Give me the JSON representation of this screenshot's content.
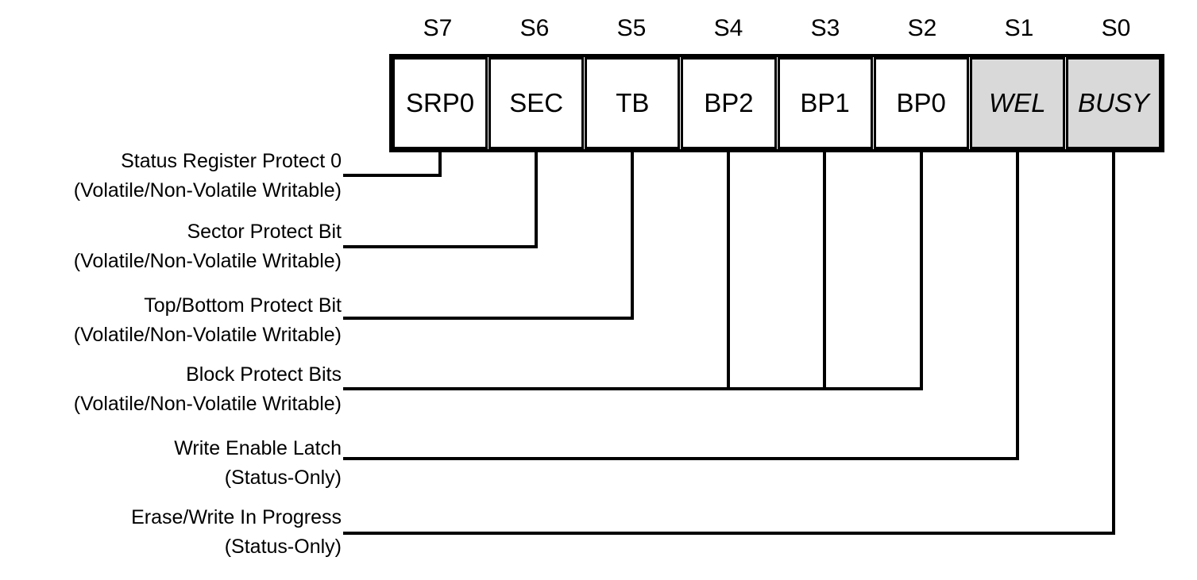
{
  "register": {
    "bits": [
      {
        "position": "S7",
        "name": "SRP0",
        "status_only": false
      },
      {
        "position": "S6",
        "name": "SEC",
        "status_only": false
      },
      {
        "position": "S5",
        "name": "TB",
        "status_only": false
      },
      {
        "position": "S4",
        "name": "BP2",
        "status_only": false
      },
      {
        "position": "S3",
        "name": "BP1",
        "status_only": false
      },
      {
        "position": "S2",
        "name": "BP0",
        "status_only": false
      },
      {
        "position": "S1",
        "name": "WEL",
        "status_only": true
      },
      {
        "position": "S0",
        "name": "BUSY",
        "status_only": true
      }
    ]
  },
  "legends": [
    {
      "title": "Status Register Protect 0",
      "subtitle": "(Volatile/Non-Volatile Writable)"
    },
    {
      "title": "Sector Protect Bit",
      "subtitle": "(Volatile/Non-Volatile Writable)"
    },
    {
      "title": "Top/Bottom Protect Bit",
      "subtitle": "(Volatile/Non-Volatile Writable)"
    },
    {
      "title": "Block Protect Bits",
      "subtitle": "(Volatile/Non-Volatile Writable)"
    },
    {
      "title": "Write Enable Latch",
      "subtitle": "(Status-Only)"
    },
    {
      "title": "Erase/Write In Progress",
      "subtitle": "(Status-Only)"
    }
  ],
  "colors": {
    "shaded_cell": "#d9d9d9",
    "line": "#000000",
    "background": "#ffffff",
    "text": "#000000"
  }
}
